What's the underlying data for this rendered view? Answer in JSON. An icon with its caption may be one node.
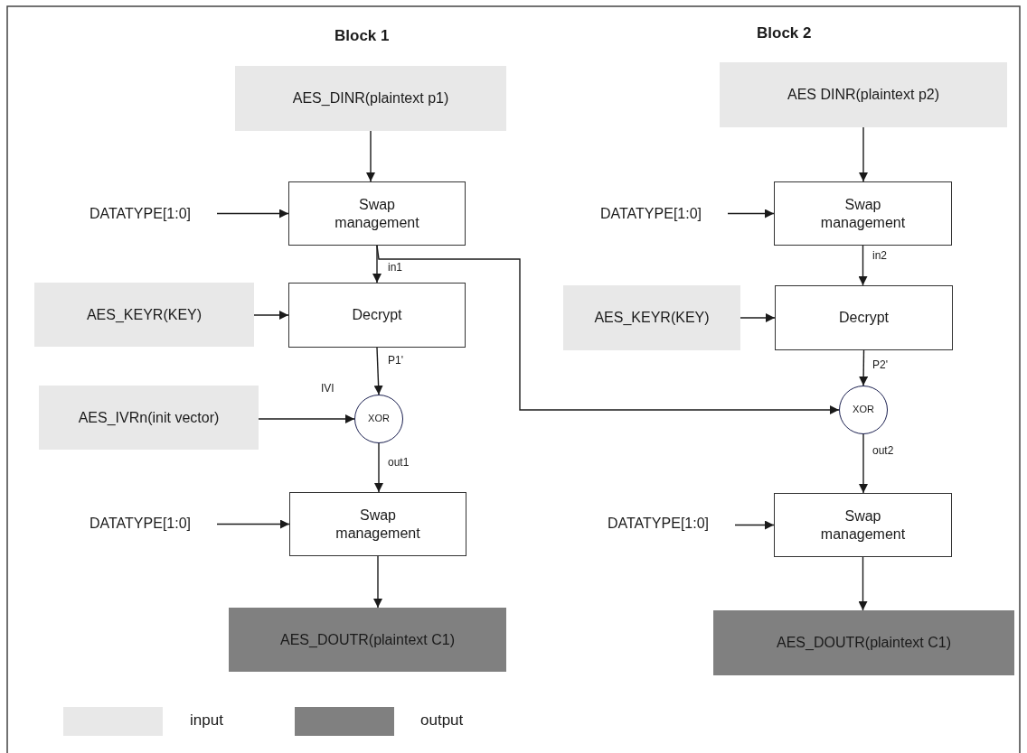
{
  "diagram": {
    "nodes": [
      {
        "text": [
          "AES_DINR(plaintext p1)"
        ]
      },
      {
        "text": [
          "DATATYPE[1:0]"
        ]
      },
      {
        "text": [
          "Swap management"
        ]
      },
      {
        "text": [
          "AES_KEYR(KEY)"
        ]
      },
      {
        "text": [
          "Decrypt"
        ]
      },
      {
        "text": [
          "AES_IVRn(init vector)"
        ]
      },
      {
        "text": [
          "XOR"
        ]
      },
      {
        "text": [
          "DATATYPE[1:0]"
        ]
      },
      {
        "text": [
          "Swap management"
        ]
      },
      {
        "text": [
          "AES_DOUTR(plaintext C1)"
        ]
      },
      {
        "text": [
          "AES DINR(plaintext p2)"
        ]
      },
      {
        "text": [
          "DATATYPE[1:0]"
        ]
      },
      {
        "text": [
          "Swap management"
        ]
      },
      {
        "text": [
          "AES_KEYR(KEY)"
        ]
      },
      {
        "text": [
          "Decrypt"
        ]
      },
      {
        "text": [
          "XOR"
        ]
      },
      {
        "text": [
          "DATATYPE[1:0]"
        ]
      },
      {
        "text": [
          "Swap management"
        ]
      },
      {
        "text": [
          "AES_DOUTR(plaintext C1)"
        ]
      }
    ],
    "edges": [
      {
        "from": 0,
        "to": 2,
        "arrow": "to"
      },
      {
        "from": 1,
        "to": 2,
        "arrow": "to"
      },
      {
        "from": 2,
        "to": 4,
        "arrow": "to",
        "label": "in1"
      },
      {
        "from": 2,
        "to": 15,
        "arrow": "to"
      },
      {
        "from": 3,
        "to": 4,
        "arrow": "to"
      },
      {
        "from": 4,
        "to": 6,
        "arrow": "to",
        "label": "P1'"
      },
      {
        "from": 5,
        "to": 6,
        "arrow": "to",
        "label": "IVI"
      },
      {
        "from": 6,
        "to": 8,
        "arrow": "to",
        "label": "out1"
      },
      {
        "from": 7,
        "to": 8,
        "arrow": "to"
      },
      {
        "from": 8,
        "to": 9,
        "arrow": "to"
      },
      {
        "from": 10,
        "to": 12,
        "arrow": "to"
      },
      {
        "from": 11,
        "to": 12,
        "arrow": "to"
      },
      {
        "from": 12,
        "to": 14,
        "arrow": "to",
        "label": "in2"
      },
      {
        "from": 13,
        "to": 14,
        "arrow": "to"
      },
      {
        "from": 14,
        "to": 15,
        "arrow": "to",
        "label": "P2'"
      },
      {
        "from": 15,
        "to": 17,
        "arrow": "to",
        "label": "out2"
      },
      {
        "from": 16,
        "to": 17,
        "arrow": "to"
      },
      {
        "from": 17,
        "to": 18,
        "arrow": "to"
      }
    ],
    "labels": [
      "Block 1",
      "Block 2"
    ],
    "legend": [
      {
        "text": "input",
        "color": "#e8e8e8"
      },
      {
        "text": "output",
        "color": "#808080"
      }
    ]
  }
}
